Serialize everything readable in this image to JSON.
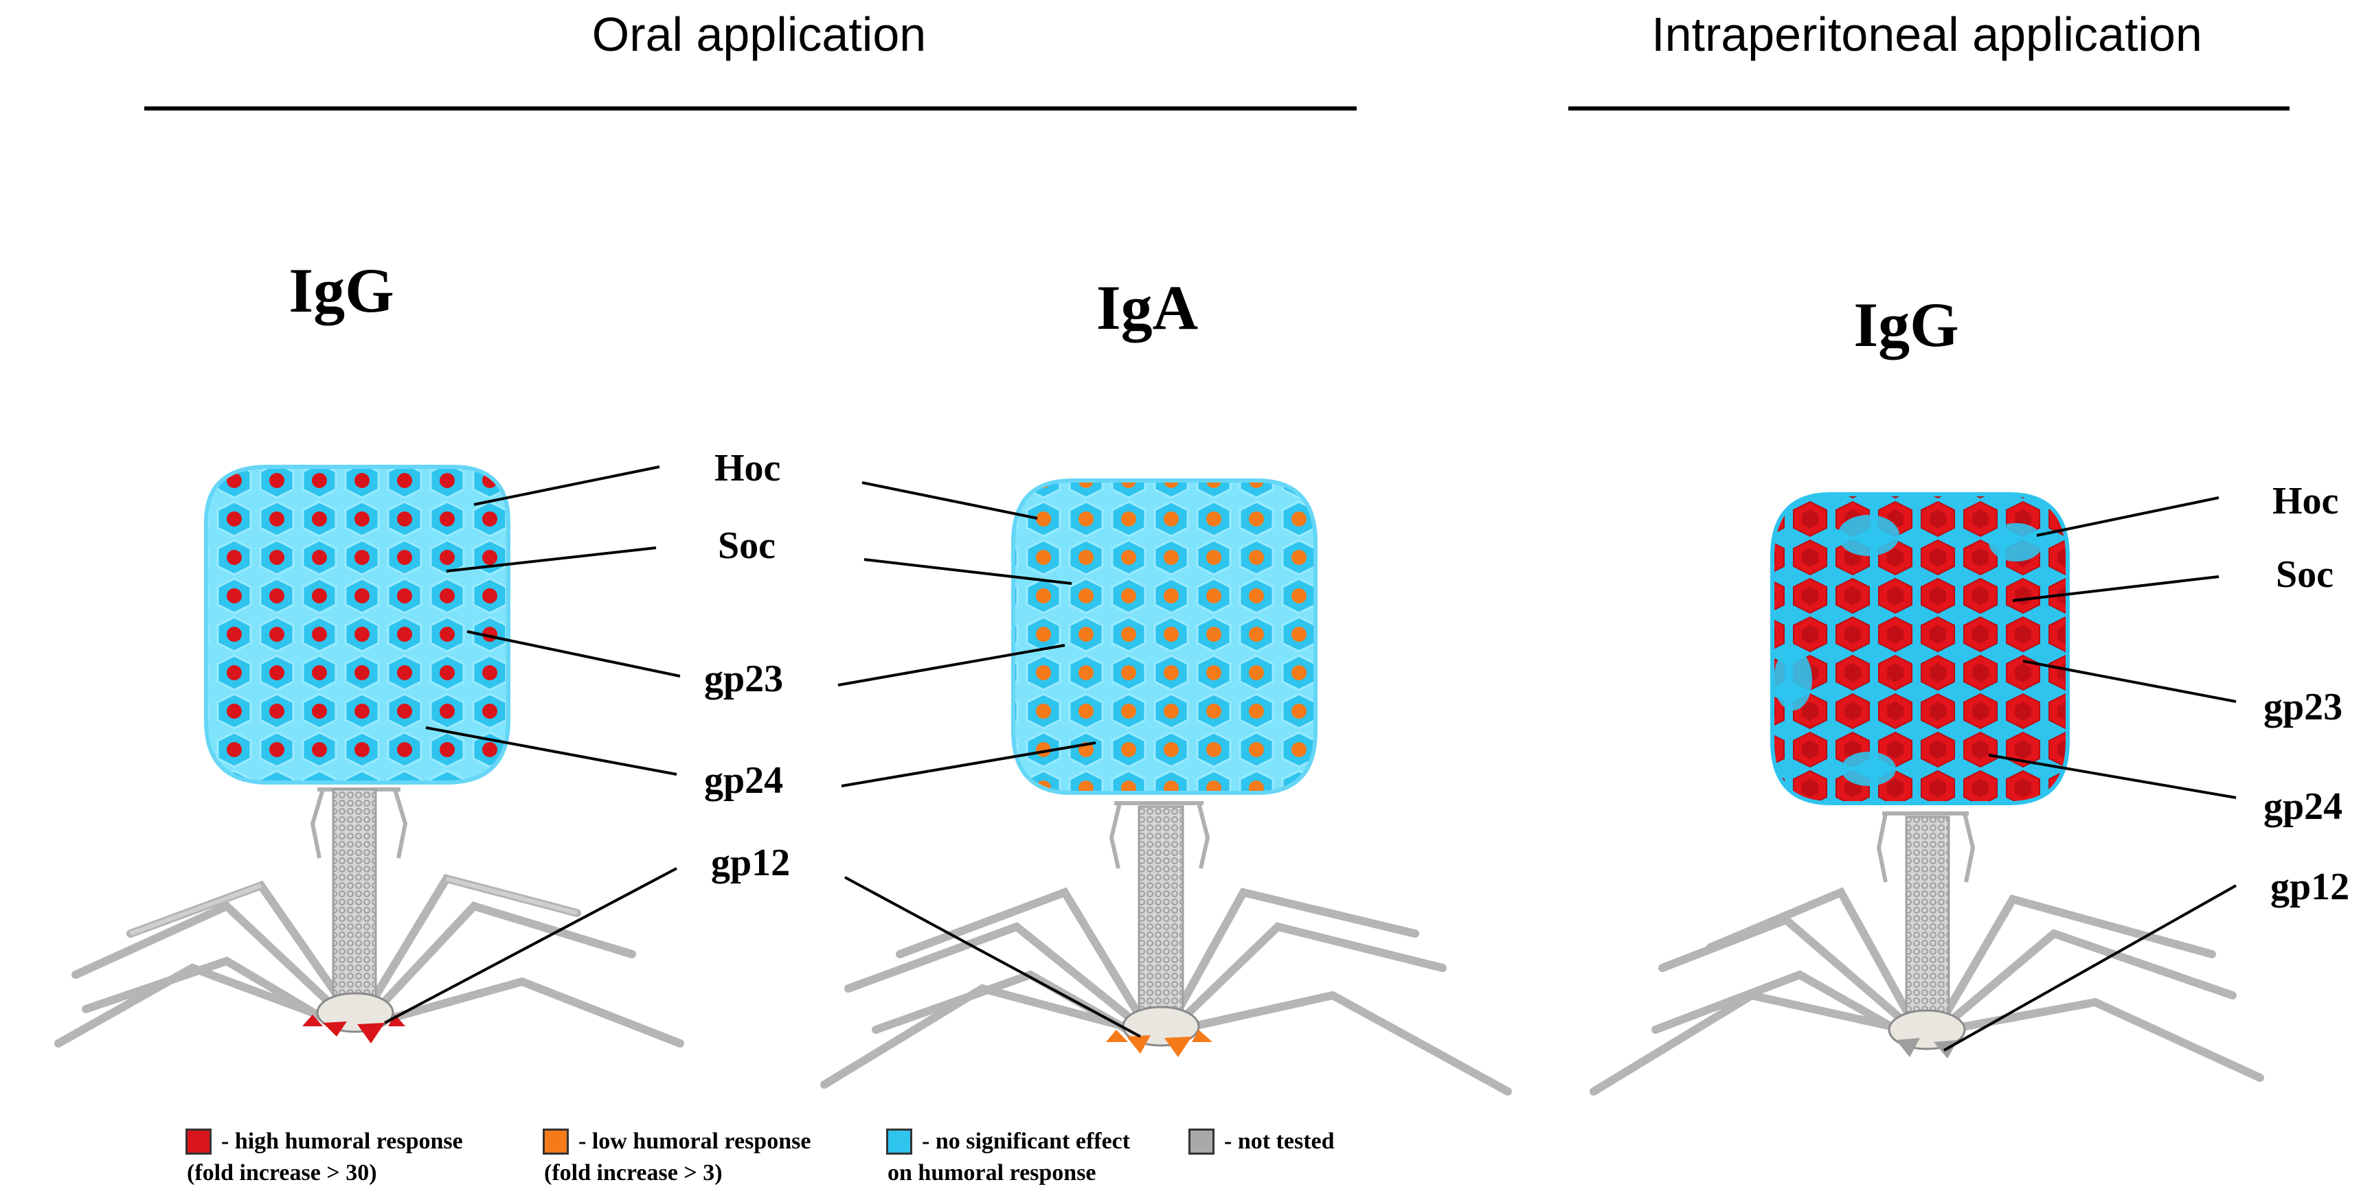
{
  "sections": {
    "oral": "Oral application",
    "ip": "Intraperitoneal application"
  },
  "panels": [
    {
      "title": "IgG",
      "labels": {
        "hoc": "Hoc",
        "soc": "Soc",
        "gp23": "gp23",
        "gp24": "gp24",
        "gp12": "gp12"
      },
      "dot_color": "#d9141a"
    },
    {
      "title": "IgA",
      "labels": {
        "hoc": "Hoc",
        "soc": "Soc",
        "gp23": "gp23",
        "gp24": "gp24",
        "gp12": "gp12"
      },
      "dot_color": "#f47a1a"
    },
    {
      "title": "IgG",
      "labels": {
        "hoc": "Hoc",
        "soc": "Soc",
        "gp23": "gp23",
        "gp24": "gp24",
        "gp12": "gp12"
      },
      "dot_color": "#e3141a"
    }
  ],
  "legend": [
    {
      "line1": "- high humoral response",
      "line2": "(fold increase > 30)",
      "color": "#d9141a"
    },
    {
      "line1": "- low humoral response",
      "line2": "(fold increase > 3)",
      "color": "#f47a1a"
    },
    {
      "line1": "- no significant effect",
      "line2": "on humoral response",
      "color": "#2ec4ee"
    },
    {
      "line1": "- not tested",
      "line2": "",
      "color": "#a9a9a9"
    }
  ],
  "colors": {
    "cyan": "#2ec4ee",
    "cyan_light": "#7fe4fb",
    "grey": "#bdbdbd",
    "red": "#d9141a",
    "orange": "#f47a1a"
  }
}
